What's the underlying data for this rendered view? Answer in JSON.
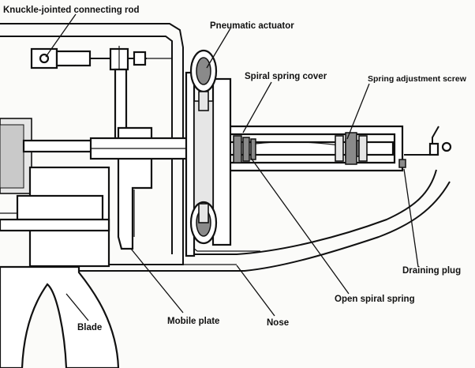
{
  "labels": {
    "knuckle_rod": "Knuckle-jointed connecting rod",
    "pneumatic_actuator": "Pneumatic actuator",
    "spiral_spring_cover": "Spiral spring cover",
    "spring_adjustment_screw": "Spring adjustment screw",
    "draining_plug": "Draining plug",
    "open_spiral_spring": "Open spiral spring",
    "nose": "Nose",
    "mobile_plate": "Mobile plate",
    "blade": "Blade"
  }
}
